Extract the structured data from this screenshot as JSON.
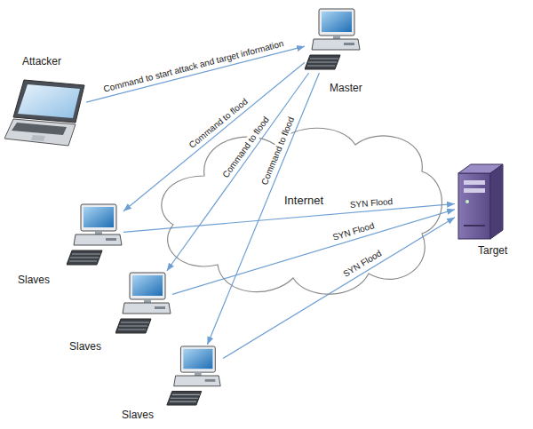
{
  "diagram": {
    "nodes": [
      {
        "text": [
          "Attacker"
        ]
      },
      {
        "text": [
          "Master"
        ]
      },
      {
        "text": [
          "Internet"
        ]
      },
      {
        "text": [
          "Slaves"
        ]
      },
      {
        "text": [
          "Slaves"
        ]
      },
      {
        "text": [
          "Slaves"
        ]
      },
      {
        "text": [
          "Target"
        ]
      }
    ],
    "edges": [
      {
        "from": 0,
        "to": 1,
        "label": "Command to start attack and target information",
        "arrow": "to"
      },
      {
        "from": 1,
        "to": 3,
        "label": "Command to flood",
        "arrow": "to"
      },
      {
        "from": 1,
        "to": 4,
        "label": "Command to flood",
        "arrow": "to"
      },
      {
        "from": 1,
        "to": 5,
        "label": "Command to flood",
        "arrow": "to"
      },
      {
        "from": 3,
        "to": 6,
        "label": "SYN Flood",
        "arrow": "to"
      },
      {
        "from": 4,
        "to": 6,
        "label": "SYN Flood",
        "arrow": "to"
      },
      {
        "from": 5,
        "to": 6,
        "label": "SYN Flood",
        "arrow": "to"
      }
    ]
  }
}
